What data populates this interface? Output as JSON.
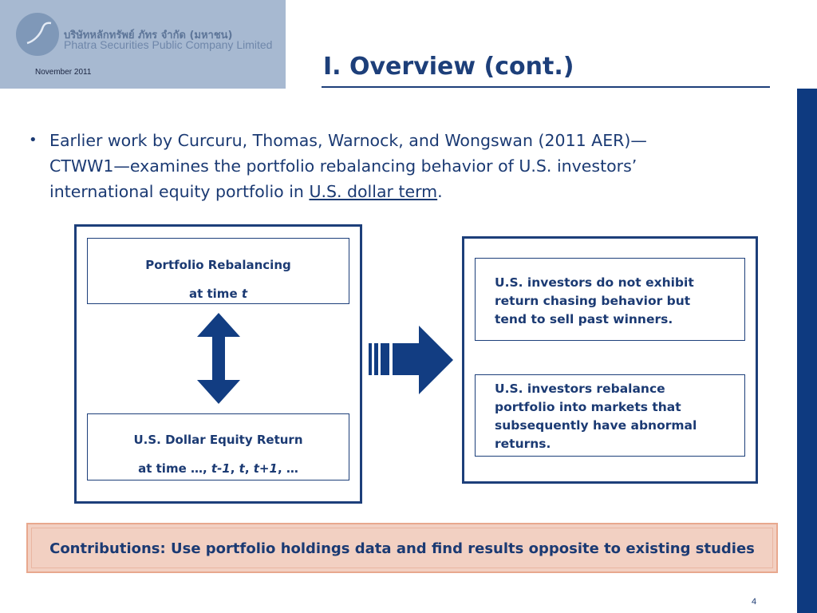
{
  "header": {
    "company_thai": "บริษัทหลักทรัพย์ ภัทร จำกัด (มหาชน)",
    "company_english": "Phatra Securities Public Company Limited",
    "date": "November 2011"
  },
  "slide": {
    "title": "I. Overview (cont.)",
    "bullet": {
      "marker": "•",
      "line_1": "Earlier work by Curcuru, Thomas, Warnock, and Wongswan (2011 AER)—",
      "line_2": "CTWW1—examines the portfolio rebalancing behavior of U.S. investors’",
      "line_3_prefix": "international equity portfolio in ",
      "line_3_link": "U.S. dollar term",
      "line_3_suffix": "."
    },
    "diagram": {
      "rebalancing_box": {
        "line_1": "Portfolio Rebalancing",
        "line_2_prefix": "at time ",
        "line_2_var": "t"
      },
      "return_box": {
        "line_1": "U.S. Dollar Equity Return",
        "line_2_prefix": "at time …, ",
        "t_minus": "t-1",
        "sep_1": ", ",
        "t": "t",
        "sep_2": ", ",
        "t_plus": "t+1",
        "line_2_suffix": ", …"
      },
      "finding_1": {
        "line_1": "U.S. investors do not exhibit",
        "line_2": "return chasing behavior but",
        "line_3": "tend to sell past winners."
      },
      "finding_2": {
        "line_1": "U.S. investors rebalance",
        "line_2": "portfolio into markets that",
        "line_3": "subsequently have abnormal",
        "line_4": "returns."
      }
    },
    "contributions": "Contributions: Use portfolio holdings data and find results opposite to existing studies",
    "page_number": "4"
  },
  "colors": {
    "brand_navy": "#1d3f7a",
    "side_bar": "#0e3a80",
    "logo_panel": "#a7b9d1",
    "contrib_fill": "#f2d0c2",
    "contrib_border": "#e8a88e"
  },
  "icons": {
    "vertical_arrow": "double-headed-vertical-arrow-icon",
    "right_arrow": "striped-right-arrow-icon",
    "logo": "phatra-logo-icon"
  }
}
